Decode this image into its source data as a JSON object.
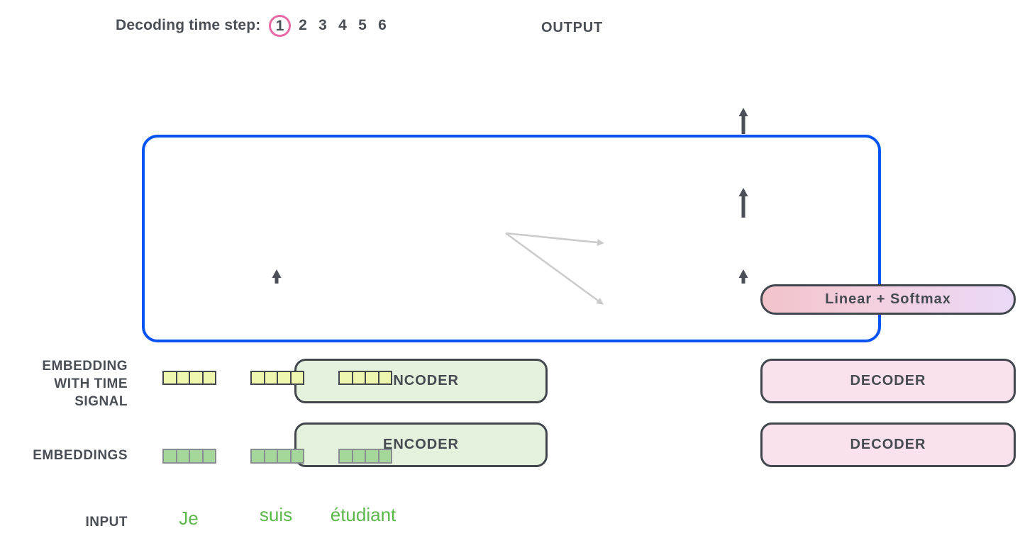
{
  "header": {
    "decoding_label": "Decoding time step:",
    "steps": [
      "1",
      "2",
      "3",
      "4",
      "5",
      "6"
    ],
    "active_step": "1",
    "output_label": "OUTPUT"
  },
  "model": {
    "encoder_labels": [
      "ENCODER",
      "ENCODER"
    ],
    "decoder_labels": [
      "DECODER",
      "DECODER"
    ],
    "linear_softmax_label": "Linear + Softmax"
  },
  "embeddings": {
    "time_signal_label": "EMBEDDING\nWITH TIME\nSIGNAL",
    "embeddings_label": "EMBEDDINGS",
    "vector_count": 3,
    "cells_per_vector": 4
  },
  "input": {
    "label": "INPUT",
    "words": [
      "Je",
      "suis",
      "étudiant"
    ]
  },
  "colors": {
    "container_border": "#0653f4",
    "encoder_fill": "#e4f1dd",
    "decoder_fill": "#f9e2ed",
    "linear_gradient_start": "#f2c3ca",
    "linear_gradient_end": "#ead9f7",
    "time_signal_cell": "#eef6ad",
    "embedding_cell": "#a5d79b",
    "input_word_color": "#5cb84a",
    "active_step_ring": "#e76aa5",
    "dark_arrow": "#4c4f57",
    "gray_arrow": "#cbcbcb",
    "text_dark": "#4a4e55"
  }
}
